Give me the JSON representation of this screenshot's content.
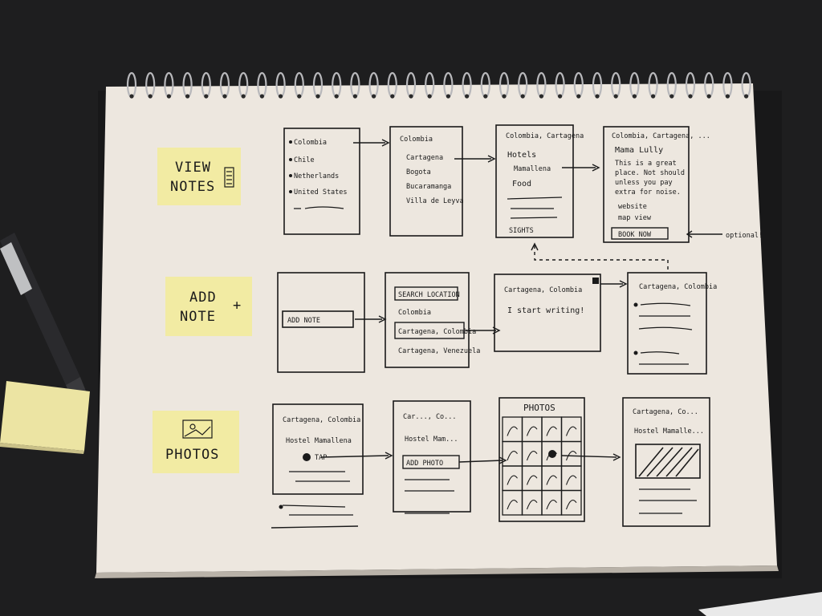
{
  "rows": {
    "view_notes": {
      "label_line1": "VIEW",
      "label_line2": "NOTES",
      "screen1": [
        "Colombia",
        "Chile",
        "Netherlands",
        "United States"
      ],
      "screen2": [
        "Colombia",
        "Cartagena",
        "Bogota",
        "Bucaramanga",
        "Villa de Leyva"
      ],
      "screen3": {
        "header": "Colombia, Cartagena",
        "section1": "Hotels",
        "item1": "Mamallena",
        "section2": "Food",
        "section3": "SIGHTS"
      },
      "screen4": {
        "header": "Colombia, Cartagena, ...",
        "title": "Mama Lully",
        "text": [
          "This is a great",
          "place. Not should",
          "unless you pay",
          "extra for noise."
        ],
        "link1": "website",
        "link2": "map view",
        "button": "BOOK NOW"
      },
      "optional_note": "optional!"
    },
    "add_note": {
      "label_line1": "ADD",
      "label_line2": "NOTE",
      "label_plus": "+",
      "screen1_button": "ADD NOTE",
      "screen2": {
        "search": "SEARCH LOCATION",
        "options": [
          "Colombia",
          "Cartagena, Colombia",
          "Cartagena, Venezuela"
        ]
      },
      "screen3": {
        "header": "Cartagena, Colombia",
        "body": "I start writing!"
      },
      "screen4_header": "Cartagena, Colombia"
    },
    "photos": {
      "label": "PHOTOS",
      "screen1": {
        "header": "Cartagena, Colombia",
        "item": "Hostel Mamallena",
        "tap": "TAP"
      },
      "screen2": {
        "header": "Car..., Co...",
        "item": "Hostel Mam...",
        "button": "ADD PHOTO"
      },
      "screen3_title": "PHOTOS",
      "screen4": {
        "header": "Cartagena, Co...",
        "item": "Hostel Mamalle..."
      }
    }
  },
  "colors": {
    "table": "#1b1b1c",
    "paper": "#ede7df",
    "sticky": "#f2eba3",
    "ink": "#1a1a1a"
  }
}
